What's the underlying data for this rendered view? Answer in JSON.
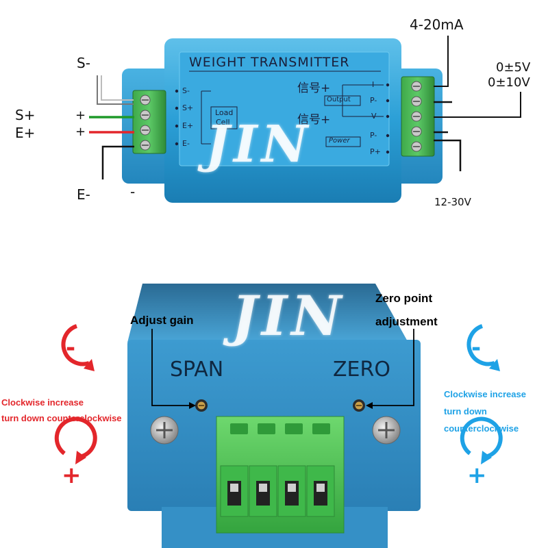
{
  "top": {
    "device_title": "WEIGHT TRANSMITTER",
    "left_pins": [
      "S-",
      "S+",
      "E+",
      "E-"
    ],
    "load_cell_label": [
      "Load",
      "Cell"
    ],
    "right_pins": [
      "I",
      "P-",
      "V",
      "P-",
      "P+"
    ],
    "signal_1": "信号+",
    "signal_2": "信号+",
    "output_label": "Output",
    "power_label": "Power",
    "wire_labels": {
      "s_minus": "S-",
      "s_plus": "S+",
      "e_plus": "E+",
      "e_minus": "E-",
      "plus_1": "+",
      "plus_2": "+",
      "minus": "-"
    },
    "current_output": "4-20mA",
    "voltage_output_1": "0±5V",
    "voltage_output_2": "0±10V",
    "supply_voltage": "12-30V",
    "wire_colors": {
      "green": "#1f9a2a",
      "red": "#e3262b",
      "black": "#111111"
    }
  },
  "bottom": {
    "span_label": "SPAN",
    "zero_label": "ZERO",
    "adjust_gain": "Adjust gain",
    "zero_point_line1": "Zero point",
    "zero_point_line2": "adjustment",
    "left_note_line1": "Clockwise increase",
    "left_note_line2": "turn down counterclockwise",
    "right_note_line1": "Clockwise increase",
    "right_note_line2": "turn down",
    "right_note_line3": "counterclockwise",
    "minus_sign": "-",
    "plus_sign": "+",
    "left_color": "#e3262b",
    "right_color": "#1ea2e6"
  },
  "watermark": "JIN"
}
